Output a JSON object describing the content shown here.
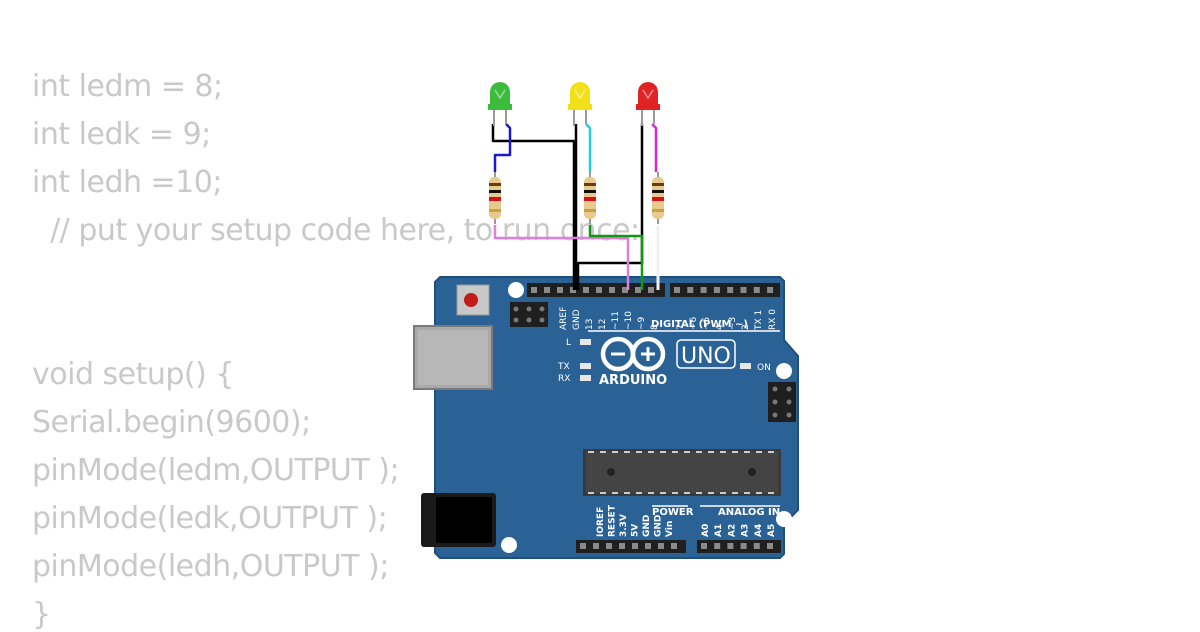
{
  "code": {
    "lines": [
      "int ledm = 8;",
      "int ledk = 9;",
      "int ledh =10;",
      "  // put your setup code here, to run once:",
      "",
      "",
      "void setup() {",
      "Serial.begin(9600);",
      "pinMode(ledm,OUTPUT );",
      "pinMode(ledk,OUTPUT );",
      "pinMode(ledh,OUTPUT );",
      "}"
    ]
  },
  "board": {
    "brand": "ARDUINO",
    "model": "UNO",
    "digital_label": "DIGITAL (PWM ~)",
    "power_label": "POWER",
    "analog_label": "ANALOG IN",
    "on_label": "ON",
    "l_label": "L",
    "tx_label": "TX",
    "rx_label": "RX",
    "top_pins": [
      "AREF",
      "GND",
      "13",
      "12",
      "~11",
      "~10",
      "~9",
      "8",
      "7",
      "~6",
      "~5",
      "4",
      "~3",
      "2",
      "TX 1",
      "RX 0"
    ],
    "power_pins": [
      "IOREF",
      "RESET",
      "3.3V",
      "5V",
      "GND",
      "GND",
      "Vin"
    ],
    "analog_pins": [
      "A0",
      "A1",
      "A2",
      "A3",
      "A4",
      "A5"
    ],
    "colors": {
      "pcb": "#2b6296",
      "pcb_edge": "#1f4f7c"
    }
  },
  "leds": [
    {
      "name": "green",
      "color": "#3dbb3d"
    },
    {
      "name": "yellow",
      "color": "#f2e01a"
    },
    {
      "name": "red",
      "color": "#e02424"
    }
  ],
  "wires": {
    "colors": [
      "#000000",
      "#1a1acc",
      "#20d0e0",
      "#e020e0",
      "#e07ee0",
      "#139a13"
    ]
  }
}
